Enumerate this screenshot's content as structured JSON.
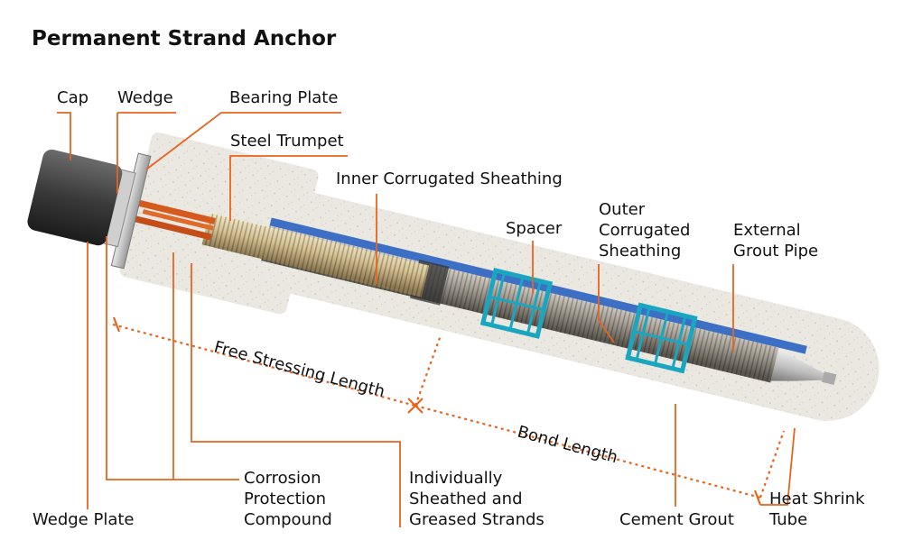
{
  "title": "Permanent Strand Anchor",
  "labels": {
    "cap": "Cap",
    "wedge": "Wedge",
    "bearing_plate": "Bearing Plate",
    "steel_trumpet": "Steel Trumpet",
    "inner_sheathing": "Inner Corrugated Sheathing",
    "spacer": "Spacer",
    "outer_sheathing_1": "Outer",
    "outer_sheathing_2": "Corrugated",
    "outer_sheathing_3": "Sheathing",
    "grout_pipe_1": "External",
    "grout_pipe_2": "Grout Pipe",
    "corrosion_1": "Corrosion",
    "corrosion_2": "Protection",
    "corrosion_3": "Compound",
    "strands_1": "Individually",
    "strands_2": "Sheathed and",
    "strands_3": "Greased Strands",
    "cement_grout": "Cement Grout",
    "heat_shrink_1": "Heat Shrink",
    "heat_shrink_2": "Tube",
    "wedge_plate": "Wedge Plate"
  },
  "dimensions": {
    "free_length": "Free Stressing Length",
    "bond_length": "Bond Length"
  },
  "colors": {
    "leader": "#e8641e",
    "grout": "#e9e6e0",
    "sheathing": "#9a948a",
    "trumpet": "#cbb585",
    "spacer": "#1aa6c0",
    "grout_pipe": "#3d6fc4"
  }
}
